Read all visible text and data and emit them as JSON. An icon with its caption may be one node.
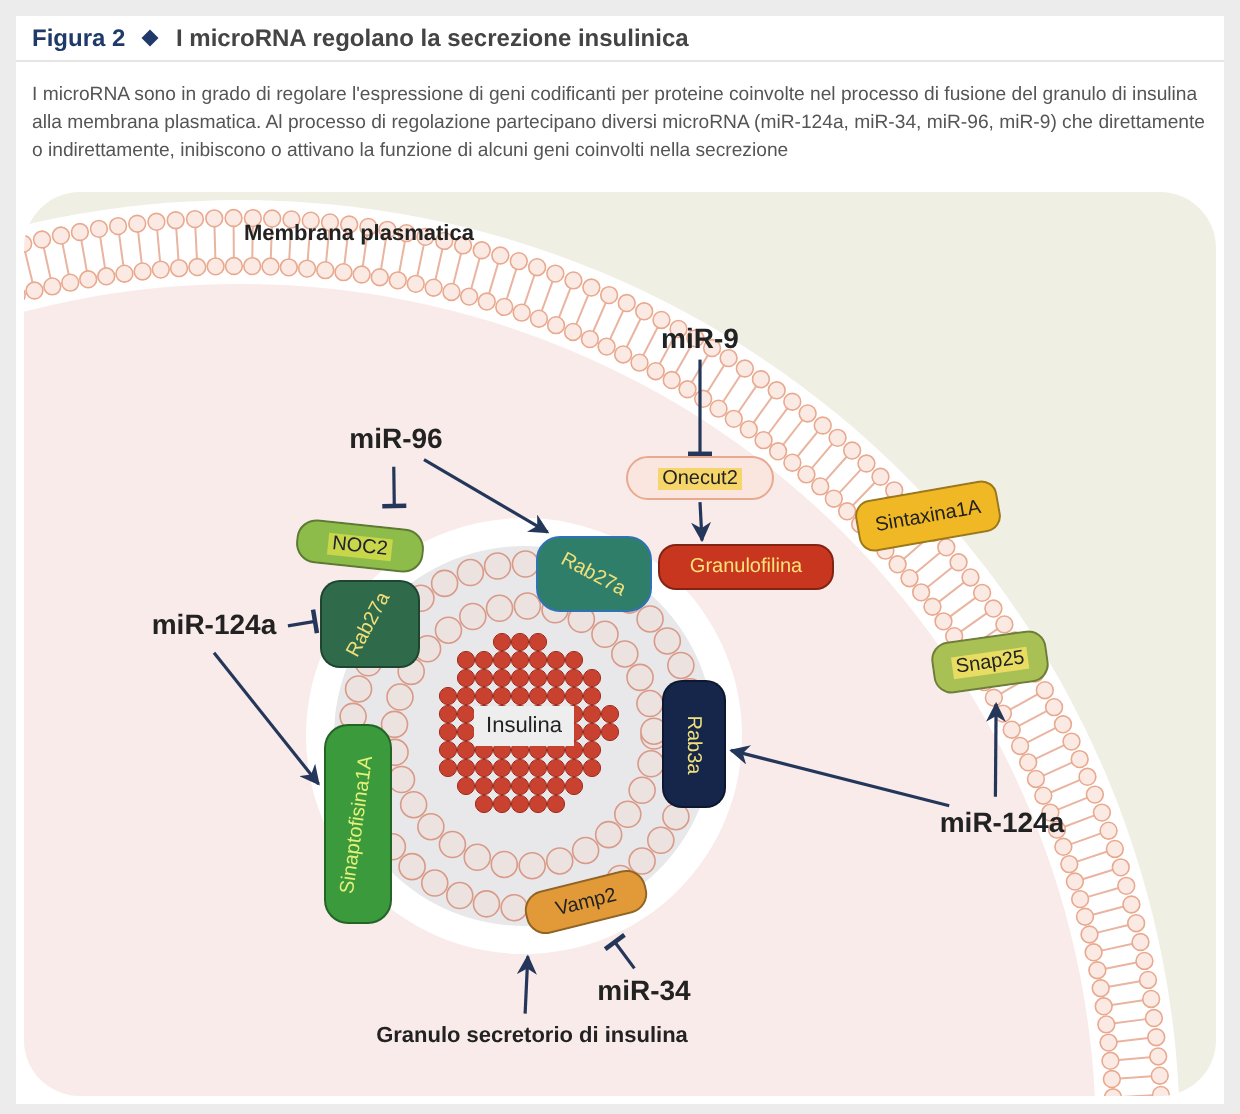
{
  "diagram": {
    "title": "I microRNA regolano la secrezione insulinica",
    "caption": "I microRNA sono in grado di regolare l'espressione di geni codificanti per proteine coinvolte nel processo di fusione del granulo di insulina alla membrana plasmatica. Al processo di regolazione partecipano diversi microRNA (miR-124a, miR-34, miR-96, miR-9) che direttamente o indirettamente, inibiscono o attivano la funzione di alcuni geni coinvolti nella secrezione",
    "nodes": [
      {
        "text": [
          "miR-9"
        ]
      },
      {
        "text": [
          "Onecut2"
        ]
      },
      {
        "text": [
          "Granulofilina"
        ]
      },
      {
        "text": [
          "miR-96"
        ]
      },
      {
        "text": [
          "NOC2"
        ]
      },
      {
        "text": [
          "Rab27a"
        ]
      },
      {
        "text": [
          "Rab27a"
        ]
      },
      {
        "text": [
          "miR-124a"
        ]
      },
      {
        "text": [
          "Sinaptofisina1A"
        ]
      },
      {
        "text": [],
        "shape": "circle"
      },
      {
        "text": [
          "Insulina"
        ],
        "in": 9
      },
      {
        "text": [
          "Rab3a"
        ]
      },
      {
        "text": [
          "Vamp2"
        ]
      },
      {
        "text": [
          "miR-34"
        ]
      },
      {
        "text": [
          "Granulo secretorio di insulina"
        ]
      },
      {
        "text": [
          "Sintaxina1A"
        ]
      },
      {
        "text": [
          "Snap25"
        ]
      },
      {
        "text": [
          "miR-124a"
        ]
      }
    ],
    "edges": [
      {
        "from": 0,
        "to": 1,
        "arrow": "other"
      },
      {
        "from": 1,
        "to": 2,
        "arrow": "to"
      },
      {
        "from": 3,
        "to": 4,
        "arrow": "other"
      },
      {
        "from": 3,
        "to": 6,
        "arrow": "to"
      },
      {
        "from": 7,
        "to": 5,
        "arrow": "other"
      },
      {
        "from": 7,
        "to": 8,
        "arrow": "to"
      },
      {
        "from": 13,
        "to": 12,
        "arrow": "other"
      },
      {
        "from": 14,
        "to": 9,
        "arrow": "to"
      },
      {
        "from": 17,
        "to": 11,
        "arrow": "to"
      },
      {
        "from": 17,
        "to": 16,
        "arrow": "to"
      }
    ],
    "labels": [
      "Figura 2",
      "Membrana plasmatica"
    ]
  }
}
